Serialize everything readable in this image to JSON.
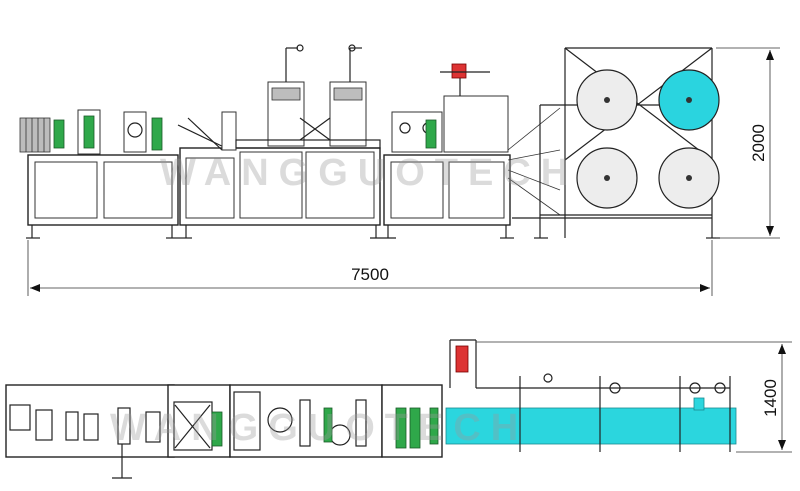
{
  "dimensions": {
    "length": "7500",
    "height": "2000",
    "width": "1400"
  },
  "watermark": {
    "text": "WANGGUOTECH"
  },
  "colors": {
    "line": "#222222",
    "accent_cyan": "#2bd6de",
    "accent_green": "#2fa84a",
    "accent_red": "#d33333",
    "roll_grey": "#ededed"
  }
}
